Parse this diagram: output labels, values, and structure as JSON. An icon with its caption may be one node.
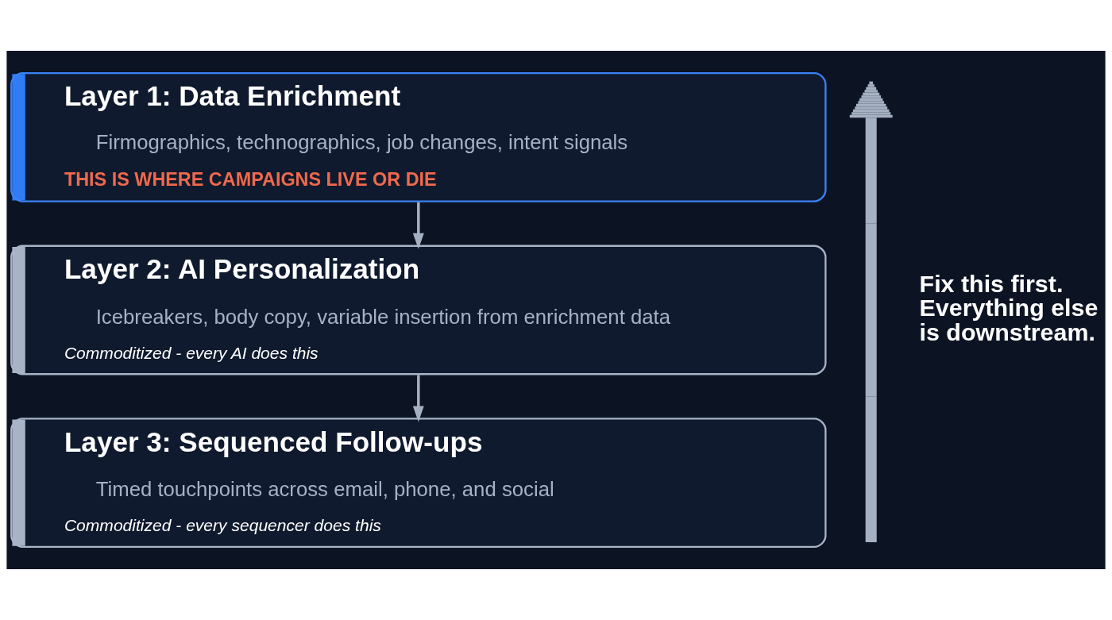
{
  "diagram": {
    "nodes": [
      {
        "text": [
          "Layer 1: Data Enrichment",
          "Firmographics, technographics, job changes, intent signals",
          "THIS IS WHERE CAMPAIGNS LIVE OR DIE"
        ]
      },
      {
        "text": [
          "Layer 2: AI Personalization",
          "Icebreakers, body copy, variable insertion from enrichment data",
          "Commoditized - every AI does this"
        ]
      },
      {
        "text": [
          "Layer 3: Sequenced Follow-ups",
          "Timed touchpoints across email, phone, and social",
          "Commoditized - every sequencer does this"
        ]
      }
    ],
    "edges": [
      {
        "from": 0,
        "to": 1,
        "arrow": "to"
      },
      {
        "from": 1,
        "to": 2,
        "arrow": "to"
      }
    ],
    "labels": [
      "Fix this first. Everything else is downstream."
    ]
  }
}
